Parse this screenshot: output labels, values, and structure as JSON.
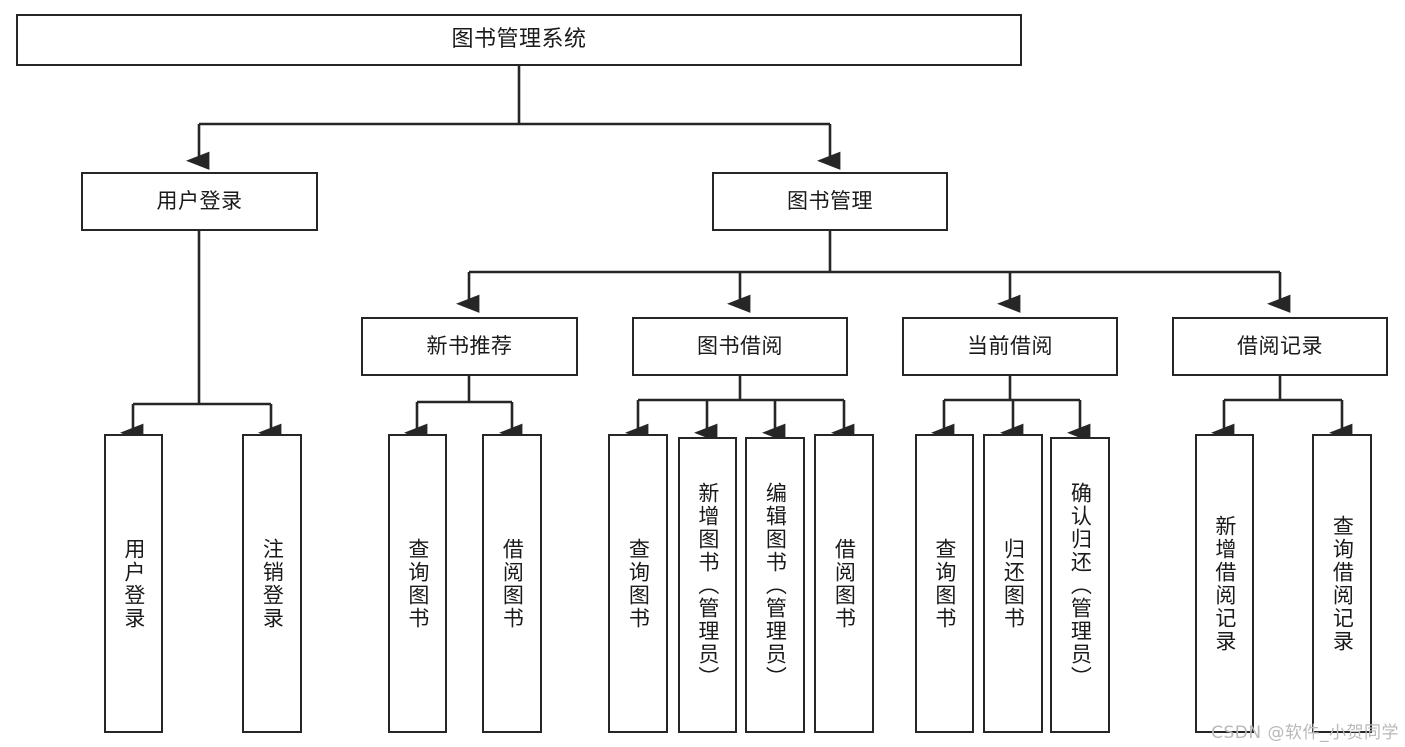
{
  "diagram": {
    "title": "图书管理系统",
    "watermark": "CSDN @软件_小贺同学",
    "colors": {
      "box_border": "#262626",
      "box_fill": "#ffffff",
      "connector": "#262626",
      "text": "#1a1a1a",
      "watermark": "#b9b9b9"
    },
    "root": {
      "label": "图书管理系统"
    },
    "level2": [
      {
        "label": "用户登录"
      },
      {
        "label": "图书管理"
      }
    ],
    "level3": [
      {
        "label": "新书推荐"
      },
      {
        "label": "图书借阅"
      },
      {
        "label": "当前借阅"
      },
      {
        "label": "借阅记录"
      }
    ],
    "leaves": {
      "user_login": [
        {
          "label": "用户登录"
        },
        {
          "label": "注销登录"
        }
      ],
      "new_book": [
        {
          "label": "查询图书"
        },
        {
          "label": "借阅图书"
        }
      ],
      "book_borrow": [
        {
          "label": "查询图书"
        },
        {
          "label": "新增图书（管理员）"
        },
        {
          "label": "编辑图书（管理员）"
        },
        {
          "label": "借阅图书"
        }
      ],
      "current_borrow": [
        {
          "label": "查询图书"
        },
        {
          "label": "归还图书"
        },
        {
          "label": "确认归还（管理员）"
        }
      ],
      "borrow_record": [
        {
          "label": "新增借阅记录"
        },
        {
          "label": "查询借阅记录"
        }
      ]
    }
  }
}
